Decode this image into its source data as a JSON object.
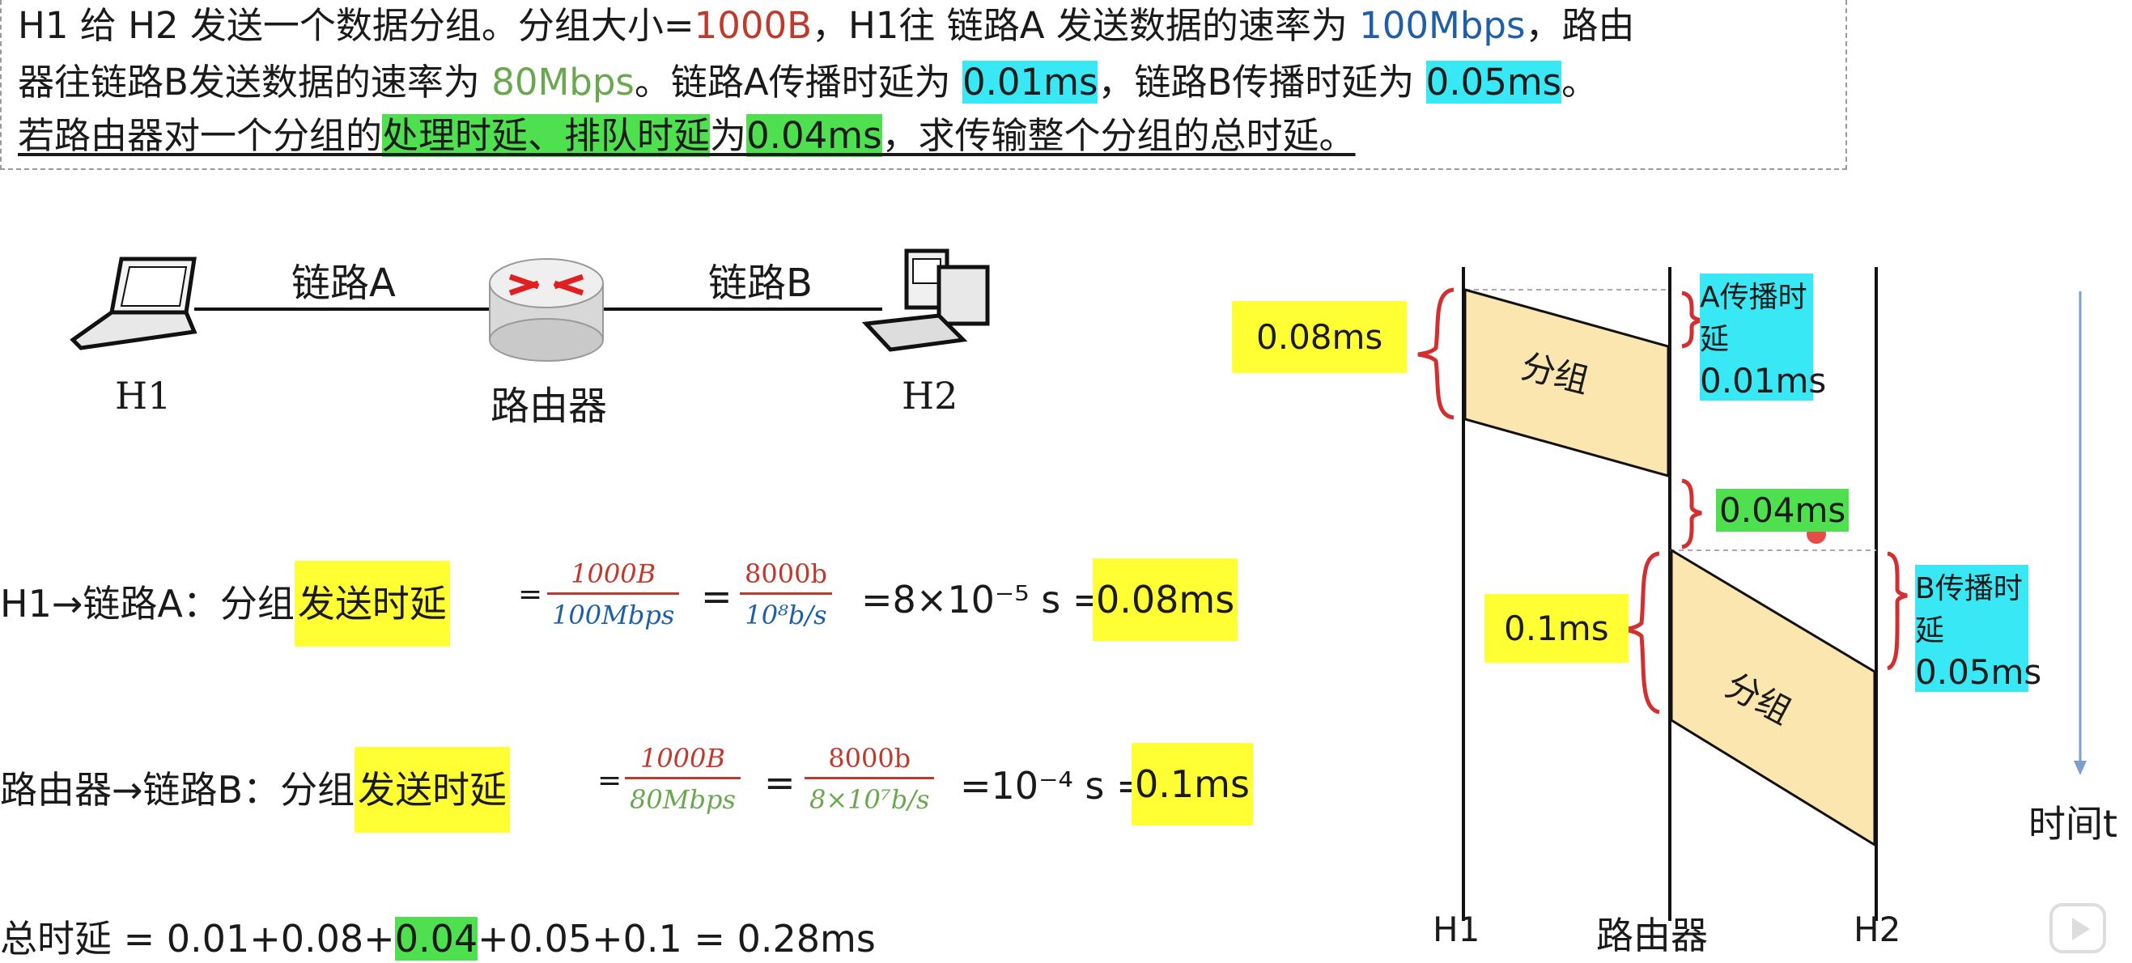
{
  "problem": {
    "line1": {
      "a": "H1 给 H2 发送一个数据分组。分组大小=",
      "size": "1000B",
      "b": "，H1往 链路A 发送数据的速率为 ",
      "rate_a": "100Mbps",
      "c": "，路由"
    },
    "line2": {
      "a": "器往链路B发送数据的速率为 ",
      "rate_b": "80Mbps",
      "b": "。链路A传播时延为 ",
      "prop_a": "0.01ms",
      "c": "，链路B传播时延为 ",
      "prop_b": "0.05ms",
      "d": "。"
    },
    "line3": {
      "a": "若路由器对一个分组的",
      "hl": "处理时延、排队时延",
      "b": "为",
      "delay": "0.04ms",
      "c": "，求传输整个分组的总时延。"
    }
  },
  "topology": {
    "link_a": "链路A",
    "link_b": "链路B",
    "h1": "H1",
    "router": "路由器",
    "h2": "H2"
  },
  "equations": {
    "eq1": {
      "prefix": "H1→链路A：分组",
      "hl": "发送时延",
      "eq": "=",
      "f1_num": "1000B",
      "f1_den": "100Mbps",
      "eq2": "=",
      "f2_num": "8000b",
      "f2_den": "10⁸b/s",
      "res1": "=8×10⁻⁵ s =",
      "res2": "0.08ms"
    },
    "eq2": {
      "prefix": "路由器→链路B：分组",
      "hl": "发送时延",
      "eq": "=",
      "f1_num": "1000B",
      "f1_den": "80Mbps",
      "eq2": "=",
      "f2_num": "8000b",
      "f2_den": "8×10⁷b/s",
      "res1": "=10⁻⁴ s =",
      "res2": "0.1ms"
    },
    "total": {
      "a": "总时延 = 0.01+0.08+",
      "hl": "0.04",
      "b": "+0.05+0.1 = 0.28ms"
    }
  },
  "timeline": {
    "lbl_tx_a": "0.08ms",
    "lbl_prop_a_title": "A传播时延",
    "lbl_prop_a": "0.01ms",
    "pkt1": "分组",
    "lbl_proc": "0.04ms",
    "lbl_tx_b": "0.1ms",
    "lbl_prop_b_title": "B传播时延",
    "lbl_prop_b": "0.05ms",
    "pkt2": "分组",
    "axis_h1": "H1",
    "axis_router": "路由器",
    "axis_h2": "H2",
    "time_label": "时间t"
  },
  "colors": {
    "red": "#c0392b",
    "blue": "#1f5fa8",
    "green": "#6aa84f",
    "cyan": "#38e8f4",
    "hl_green": "#4fe04f",
    "yellow": "#ffff33",
    "packet": "#fbe6b0"
  }
}
